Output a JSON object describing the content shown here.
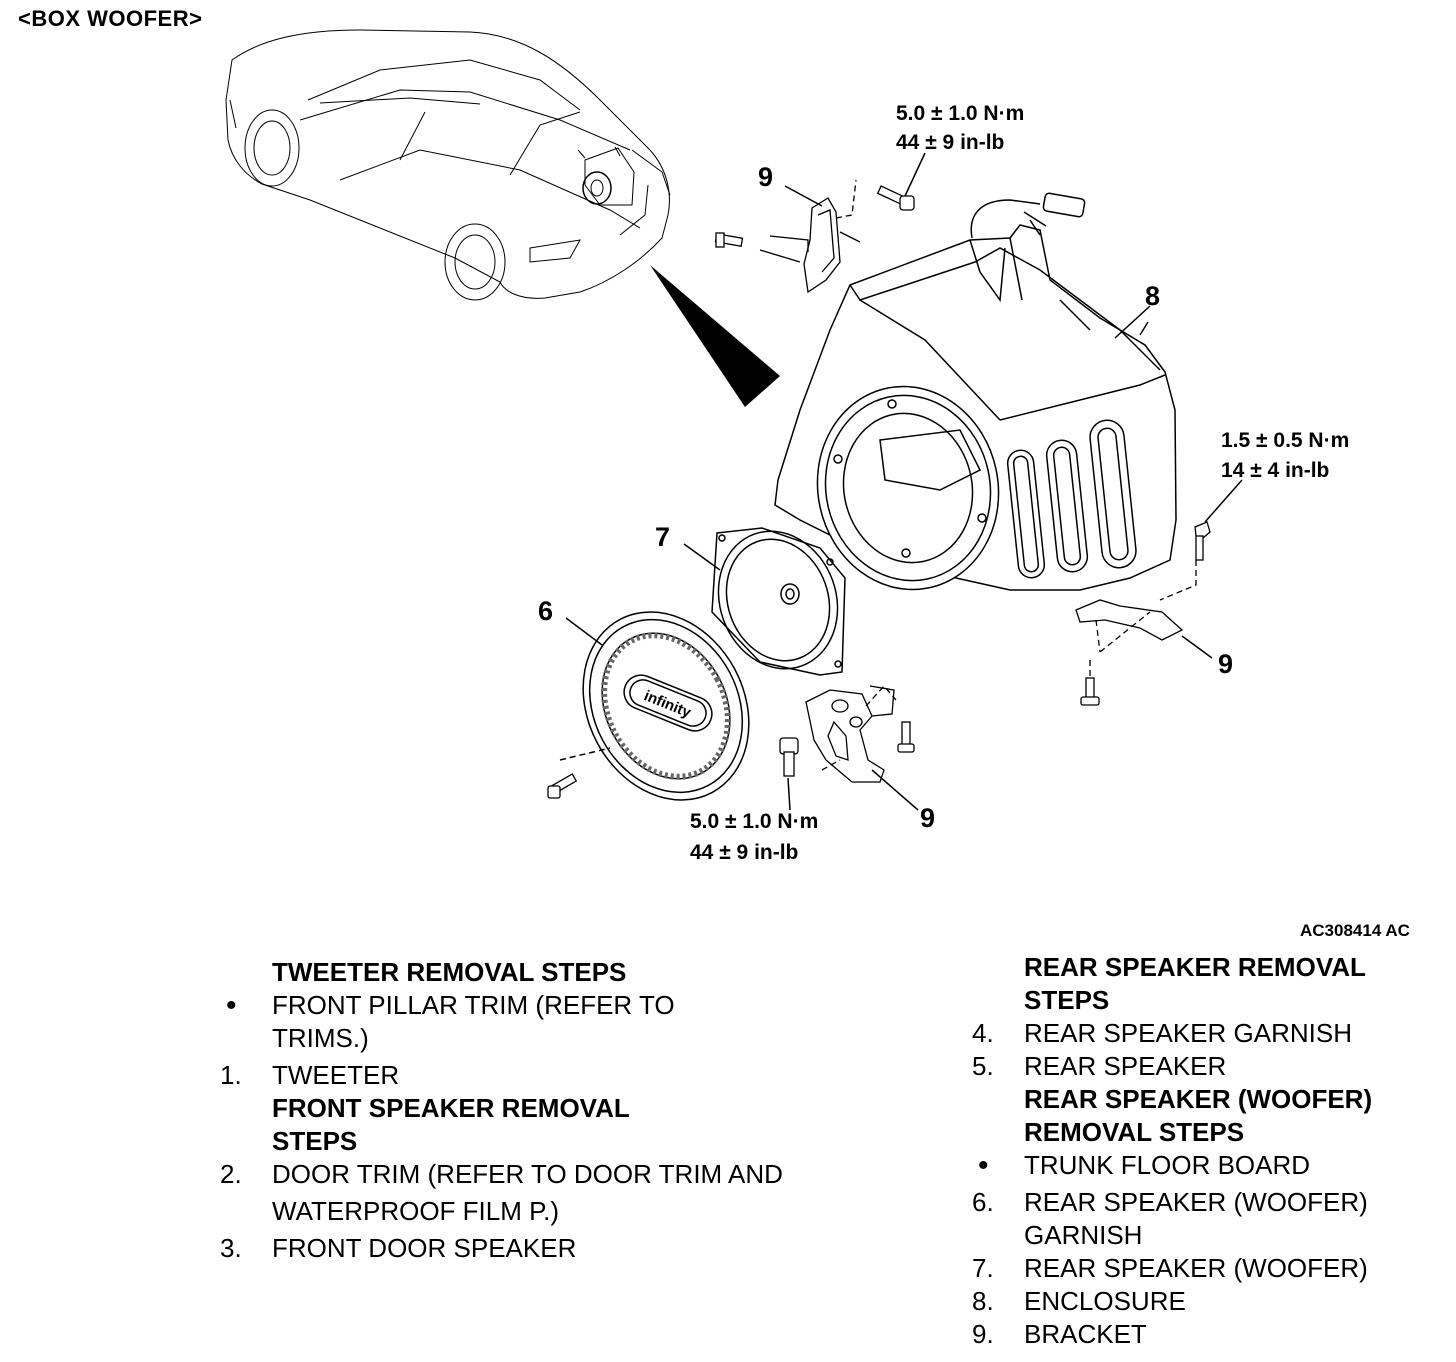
{
  "header": {
    "title": "<BOX  WOOFER>"
  },
  "figure_code": "AC308414 AC",
  "callouts": {
    "c6": "6",
    "c7": "7",
    "c8": "8",
    "c9_top": "9",
    "c9_right": "9",
    "c9_bottom": "9"
  },
  "torque": {
    "top": {
      "line1": "5.0 ± 1.0 N·m",
      "line2": "44 ± 9 in-lb"
    },
    "right": {
      "line1": "1.5 ± 0.5 N·m",
      "line2": "14 ± 4 in-lb"
    },
    "bottom": {
      "line1": "5.0 ± 1.0 N·m",
      "line2": "44 ± 9 in-lb"
    }
  },
  "grille_logo": "infinity",
  "left_column": {
    "tweeter_heading": "TWEETER REMOVAL STEPS",
    "tweeter_pre_line1": "FRONT PILLAR TRIM (REFER TO",
    "tweeter_pre_line2": "TRIMS.)",
    "item1_num": "1.",
    "item1_text": "TWEETER",
    "front_heading_line1": "FRONT SPEAKER REMOVAL",
    "front_heading_line2": "STEPS",
    "item2_num": "2.",
    "item2_line1": "DOOR TRIM (REFER TO DOOR TRIM AND",
    "item2_line2": "WATERPROOF FILM P.)",
    "item3_num": "3.",
    "item3_text": "FRONT DOOR SPEAKER"
  },
  "right_column": {
    "rear_heading_line1": "REAR SPEAKER REMOVAL",
    "rear_heading_line2": "STEPS",
    "item4_num": "4.",
    "item4_text": "REAR SPEAKER GARNISH",
    "item5_num": "5.",
    "item5_text": "REAR SPEAKER",
    "woofer_heading_line1": "REAR SPEAKER (WOOFER)",
    "woofer_heading_line2": "REMOVAL STEPS",
    "woofer_pre": "TRUNK FLOOR BOARD",
    "item6_num": "6.",
    "item6_line1": "REAR SPEAKER (WOOFER)",
    "item6_line2": "GARNISH",
    "item7_num": "7.",
    "item7_text": "REAR SPEAKER (WOOFER)",
    "item8_num": "8.",
    "item8_text": "ENCLOSURE",
    "item9_num": "9.",
    "item9_text": "BRACKET"
  }
}
